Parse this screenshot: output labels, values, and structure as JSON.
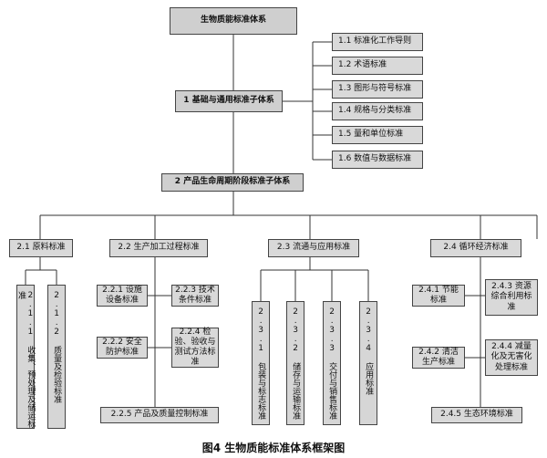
{
  "root": "生物质能标准体系",
  "s1": {
    "label": "1 基础与通用标准子体系",
    "items": [
      "1.1 标准化工作导则",
      "1.2 术语标准",
      "1.3 图形与符号标准",
      "1.4 规格与分类标准",
      "1.5 量和单位标准",
      "1.6 数值与数据标准"
    ]
  },
  "s2": {
    "label": "2 产品生命周期阶段标准子体系",
    "b1": {
      "label": "2.1 原料标准",
      "items": [
        "2.1.1 收集、预处理及储运标准",
        "2.1.2 质量及检验标准"
      ]
    },
    "b2": {
      "label": "2.2 生产加工过程标准",
      "items": [
        "2.2.1 设施设备标准",
        "2.2.3 技术条件标准",
        "2.2.2 安全防护标准",
        "2.2.4 检验、验收与测试方法标准",
        "2.2.5 产品及质量控制标准"
      ]
    },
    "b3": {
      "label": "2.3 流通与应用标准",
      "items": [
        "2.3.1 包装与标志标准",
        "2.3.2 储存与运输标准",
        "2.3.3 交付与销售标准",
        "2.3.4 应用标准"
      ]
    },
    "b4": {
      "label": "2.4 循环经济标准",
      "items": [
        "2.4.1 节能标准",
        "2.4.3 资源综合利用标准",
        "2.4.2 清洁生产标准",
        "2.4.4 减量化及无害化处理标准",
        "2.4.5 生态环境标准"
      ]
    }
  },
  "caption": "图4 生物质能标准体系框架图"
}
